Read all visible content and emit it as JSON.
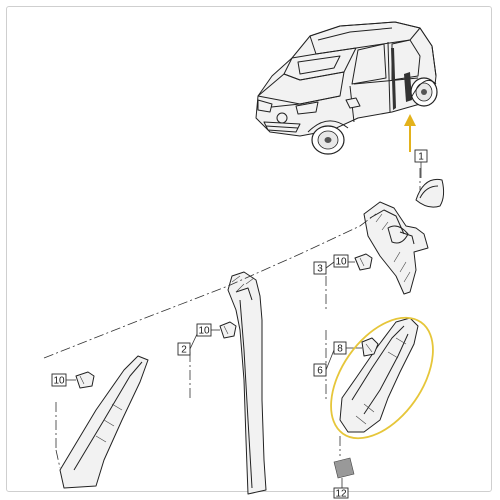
{
  "callouts": {
    "part_1": "1",
    "part_2": "2",
    "part_3": "3",
    "part_6": "6",
    "part_8": "8",
    "part_10_a": "10",
    "part_10_b": "10",
    "part_10_c": "10",
    "part_12": "12"
  },
  "colors": {
    "highlight_arrow": "#e3b21c",
    "highlight_ellipse": "#e6c63a",
    "callout_box_border": "#2a2a2a",
    "linework": "#222222"
  }
}
